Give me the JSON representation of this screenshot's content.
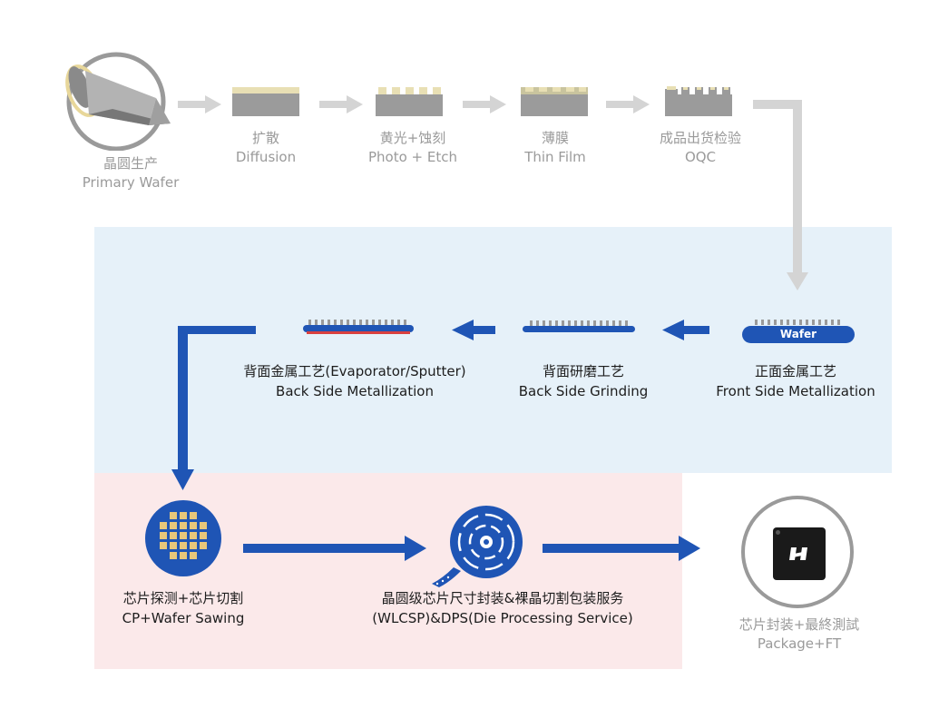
{
  "top_steps": [
    {
      "cn": "晶圆生产",
      "en": "Primary Wafer"
    },
    {
      "cn": "扩散",
      "en": "Diffusion"
    },
    {
      "cn": "黄光+蚀刻",
      "en": "Photo + Etch"
    },
    {
      "cn": "薄膜",
      "en": "Thin Film"
    },
    {
      "cn": "成品出货检验",
      "en": "OQC"
    }
  ],
  "middle_steps": [
    {
      "cn": "正面金属工艺",
      "en": "Front Side Metallization",
      "tag": "Wafer"
    },
    {
      "cn": "背面研磨工艺",
      "en": "Back Side Grinding"
    },
    {
      "cn": "背面金属工艺(Evaporator/Sputter)",
      "en": "Back Side Metallization"
    }
  ],
  "bottom_steps": [
    {
      "cn": "芯片探测+芯片切割",
      "en": "CP+Wafer Sawing"
    },
    {
      "cn": "晶圆级芯片尺寸封装&裸晶切割包装服务",
      "en": "(WLCSP)&DPS(Die Processing Service)"
    },
    {
      "cn": "芯片封装+最終測試",
      "en": "Package+FT"
    }
  ],
  "colors": {
    "accent": "#1f55b5",
    "gray": "#9a9a9a",
    "arrow_gray": "#d4d4d4",
    "zone_blue": "#e6f1f9",
    "zone_pink": "#fbe9ea",
    "metal_red": "#d94040"
  },
  "icons": [
    "wafer-ingot-icon",
    "reel-tape-icon",
    "chip-package-icon",
    "die-grid-icon"
  ]
}
